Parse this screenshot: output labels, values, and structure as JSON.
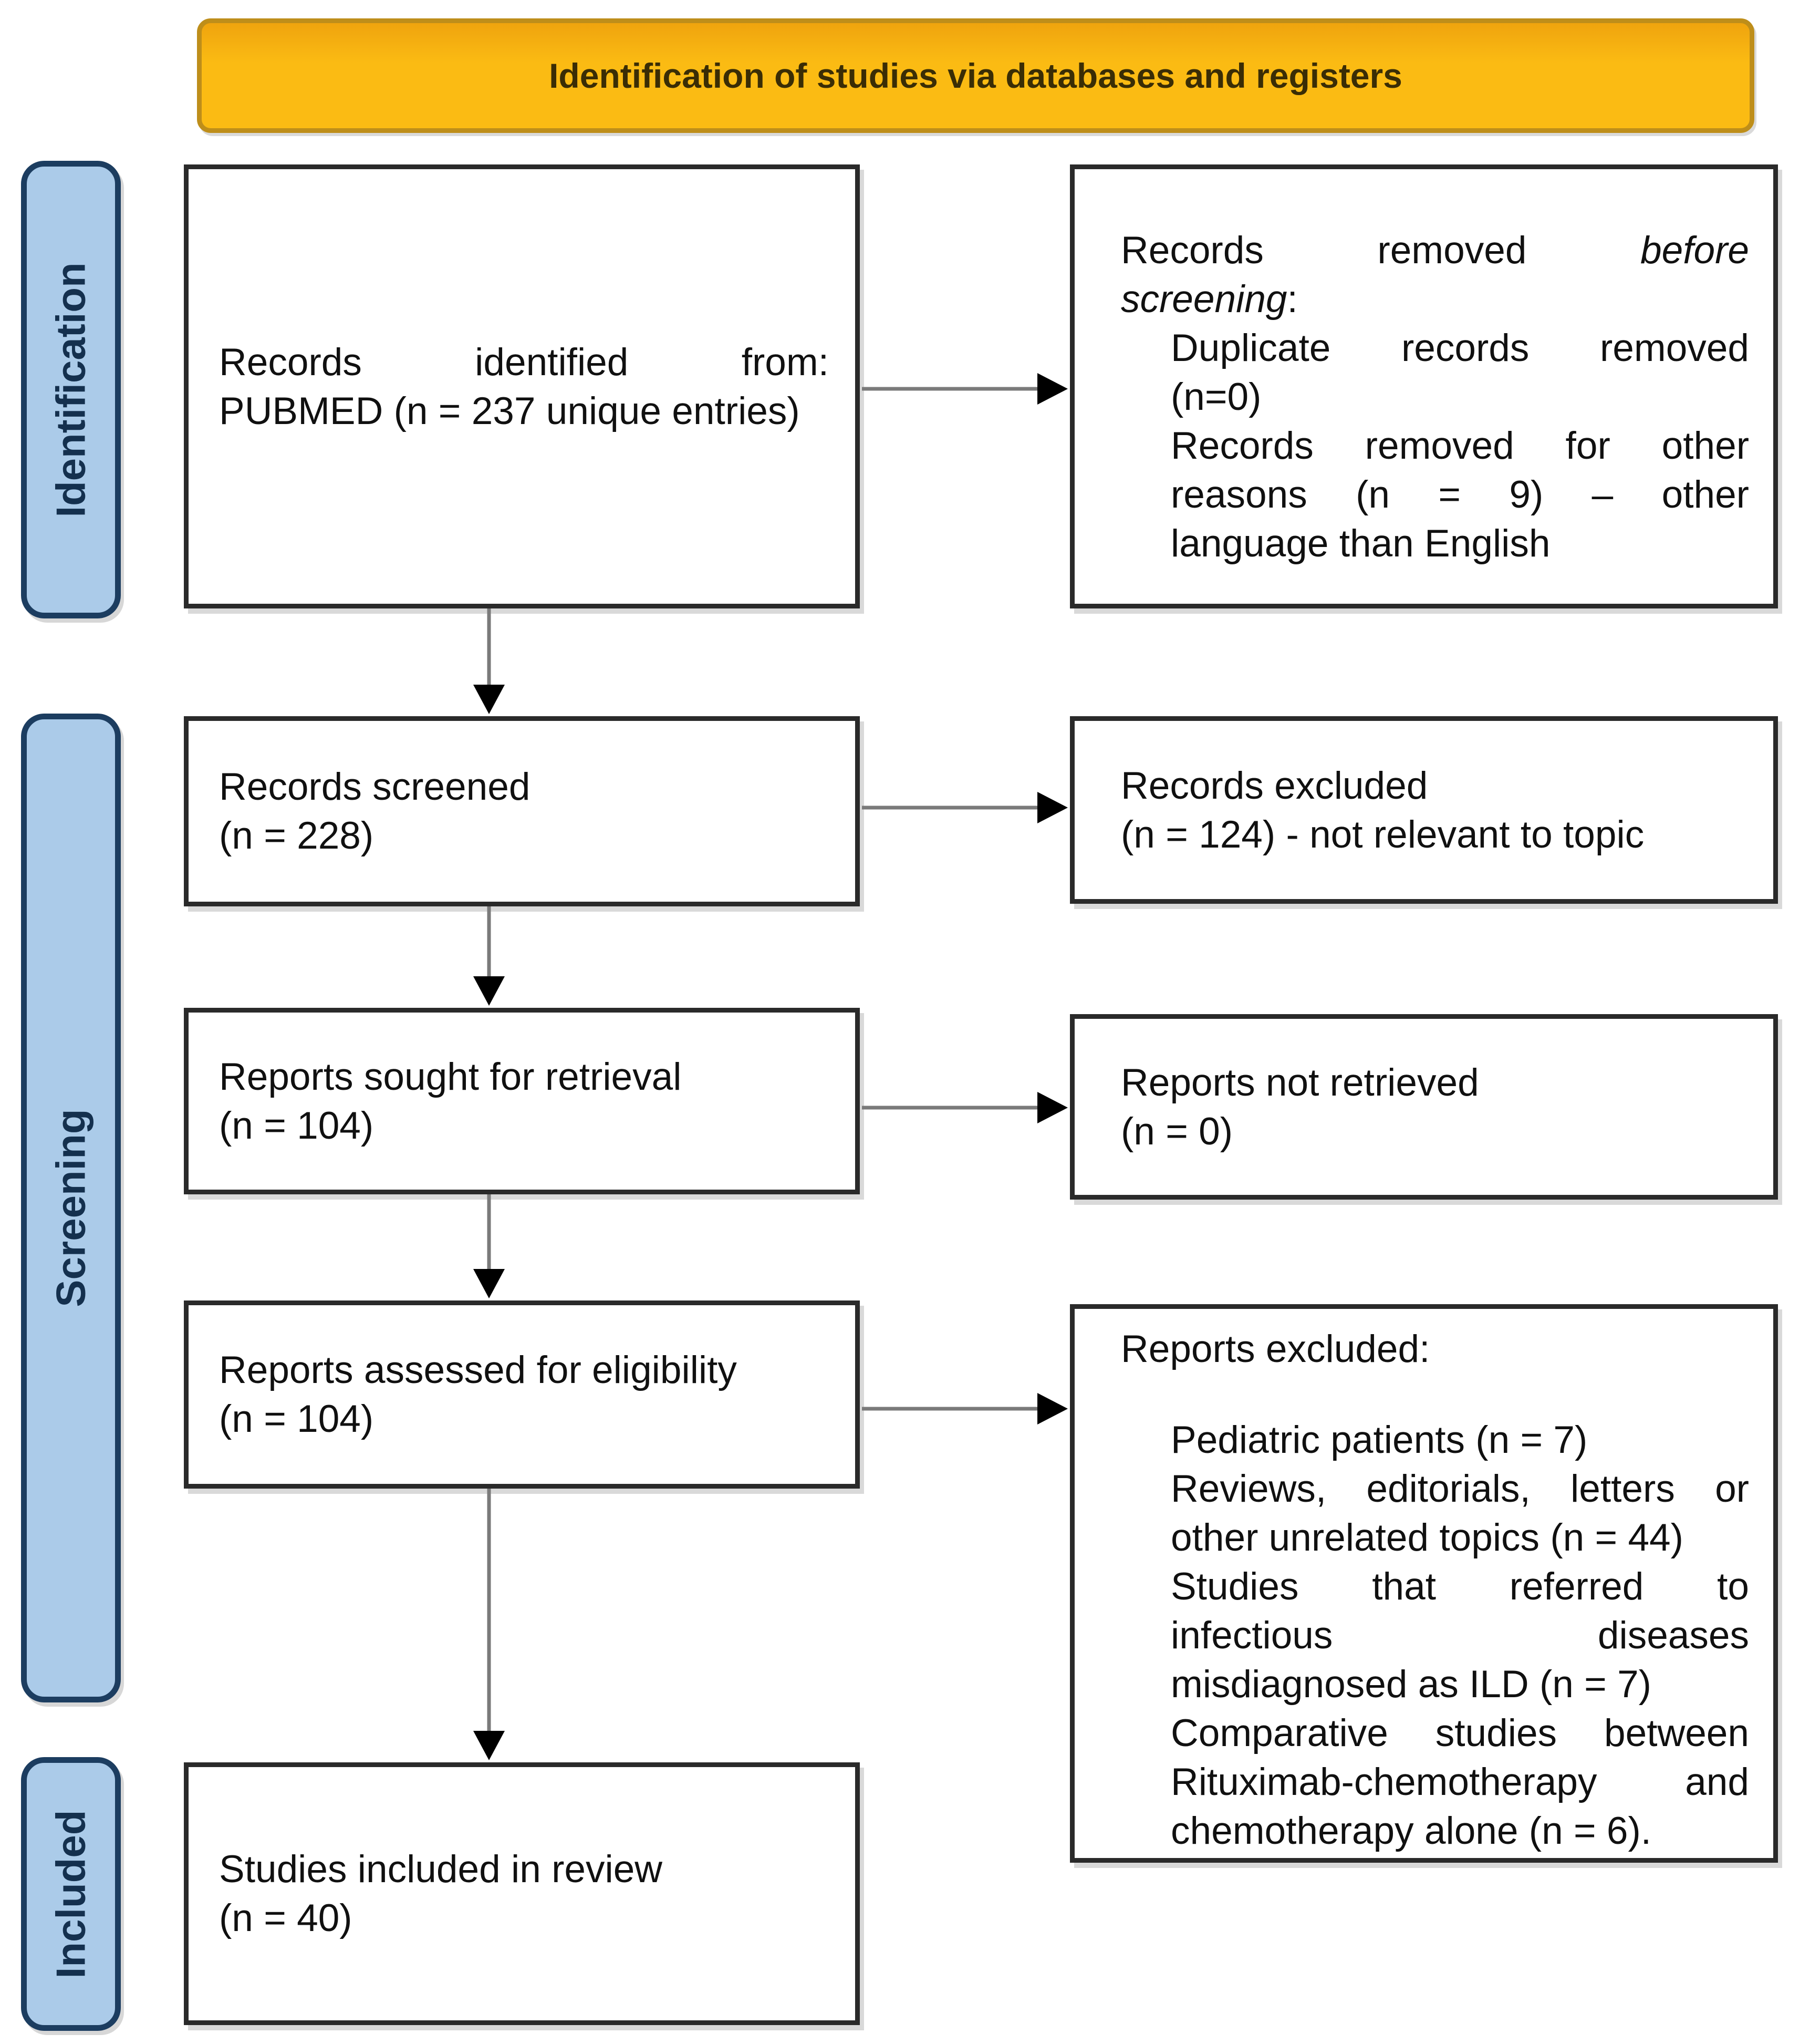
{
  "banner": {
    "title": "Identification of studies via databases and registers"
  },
  "sidebar": {
    "identification": "Identification",
    "screening": "Screening",
    "included": "Included"
  },
  "flow": {
    "identified": {
      "l1": "Records identified from:",
      "l2": "PUBMED (n = 237 unique entries)"
    },
    "screened": {
      "l1": "Records screened",
      "l2": "(n = 228)"
    },
    "sought": {
      "l1": "Reports sought for retrieval",
      "l2": "(n = 104)"
    },
    "assessed": {
      "l1": "Reports assessed for eligibility",
      "l2": "(n = 104)"
    },
    "included_box": {
      "l1": "Studies included in review",
      "l2": "(n = 40)"
    }
  },
  "side": {
    "removed_before": {
      "l1_normal": "Records removed",
      "l1_italic": "before",
      "l2_italic": "screening",
      "l2_suffix": ":",
      "dup_l1": "Duplicate records removed",
      "dup_l2": "(n=0)",
      "other_l1": "Records removed for other",
      "other_l2": "reasons (n = 9) – other",
      "other_l3": "language than English"
    },
    "records_excluded": {
      "l1": "Records excluded",
      "l2": "(n = 124) - not relevant to topic"
    },
    "not_retrieved": {
      "l1": "Reports not retrieved",
      "l2": "(n = 0)"
    },
    "reports_excluded": {
      "title": "Reports excluded:",
      "i1": "Pediatric patients (n = 7)",
      "i2_l1": "Reviews, editorials, letters or",
      "i2_l2": "other unrelated topics (n = 44)",
      "i3_l1": "Studies that referred to",
      "i3_l2": "infectious diseases",
      "i3_l3": "misdiagnosed as ILD (n = 7)",
      "i4_l1": "Comparative studies between",
      "i4_l2": "Rituximab-chemotherapy and",
      "i4_l3": "chemotherapy alone (n = 6)."
    }
  },
  "colors": {
    "banner_fill": "#FBBB13",
    "banner_border": "#BE8E1A",
    "banner_text": "#3A2D05",
    "stage_fill": "#ABCBE9",
    "stage_border": "#1C3D60",
    "stage_text": "#14304E",
    "box_border": "#2A2A2A",
    "arrow_line": "#7A7A7A",
    "arrow_head": "#000000"
  }
}
